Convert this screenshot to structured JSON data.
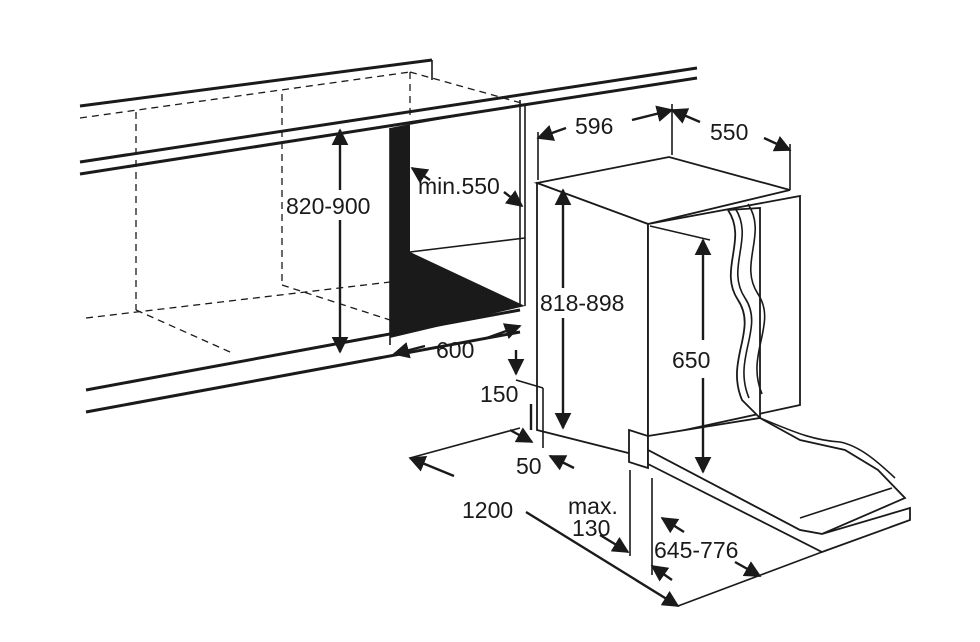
{
  "dimensions": {
    "niche_height": "820-900",
    "min_depth": "min.550",
    "niche_depth": "600",
    "plinth_height": "150",
    "plinth_offset": "50",
    "door_length": "1200",
    "max_protrusion_line1": "max.",
    "max_protrusion_line2": "130",
    "appliance_width": "596",
    "appliance_depth": "550",
    "appliance_height": "818-898",
    "panel_height": "650",
    "door_clearance": "645-776"
  },
  "colors": {
    "line": "#1a1a1a",
    "background": "#ffffff"
  }
}
